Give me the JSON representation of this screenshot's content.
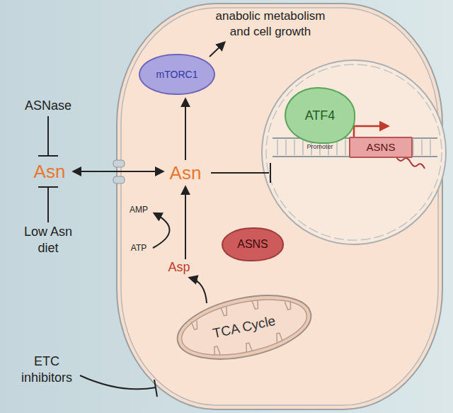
{
  "diagram": {
    "nodes": [
      {
        "text": [
          "mTORC1"
        ]
      },
      {
        "text": [
          "ATF4"
        ]
      },
      {
        "text": [
          "ASNS"
        ]
      },
      {
        "text": [
          "ASNS"
        ]
      },
      {
        "text": [
          "TCA Cycle"
        ]
      }
    ],
    "labels": [
      "anabolic metabolism and cell growth",
      "ASNase",
      "Asn",
      "Low Asn diet",
      "Asn",
      "AMP",
      "ATP",
      "Asp",
      "Promoter",
      "ETC inhibitors"
    ]
  }
}
